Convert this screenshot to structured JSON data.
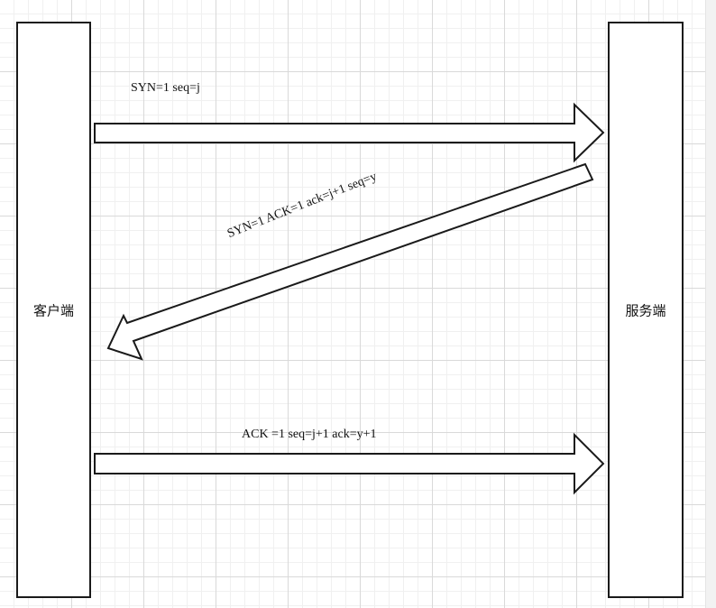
{
  "client": {
    "label": "客户端"
  },
  "server": {
    "label": "服务端"
  },
  "messages": [
    {
      "id": "syn",
      "label": "SYN=1 seq=j",
      "direction": "client-to-server"
    },
    {
      "id": "syn-ack",
      "label": "SYN=1  ACK=1 ack=j+1 seq=y",
      "direction": "server-to-client"
    },
    {
      "id": "ack",
      "label": "ACK =1 seq=j+1 ack=y+1",
      "direction": "client-to-server"
    }
  ],
  "colors": {
    "stroke": "#1a1a1a",
    "fill": "#ffffff",
    "grid": "#d9d9d9"
  }
}
